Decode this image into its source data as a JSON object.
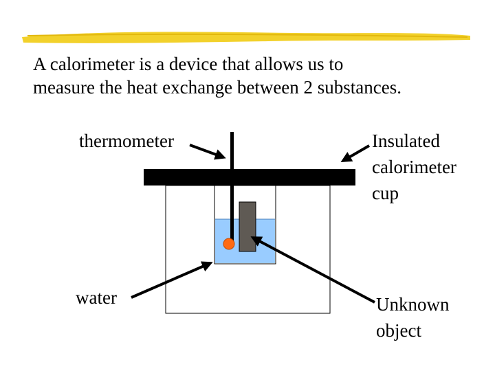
{
  "slide": {
    "title_line1": "A calorimeter is a device that allows us to",
    "title_line2": "measure the heat exchange between 2 substances.",
    "accent_color": "#f2d12b"
  },
  "diagram": {
    "labels": {
      "thermometer": "thermometer",
      "cup_line1": "Insulated",
      "cup_line2": "calorimeter",
      "cup_line3": "cup",
      "water": "water",
      "object_line1": "Unknown",
      "object_line2": "object"
    },
    "colors": {
      "lid": "#000000",
      "water": "#99ccff",
      "object": "#5f5a54",
      "bulb": "#ff6a13",
      "outline": "#000000"
    }
  }
}
